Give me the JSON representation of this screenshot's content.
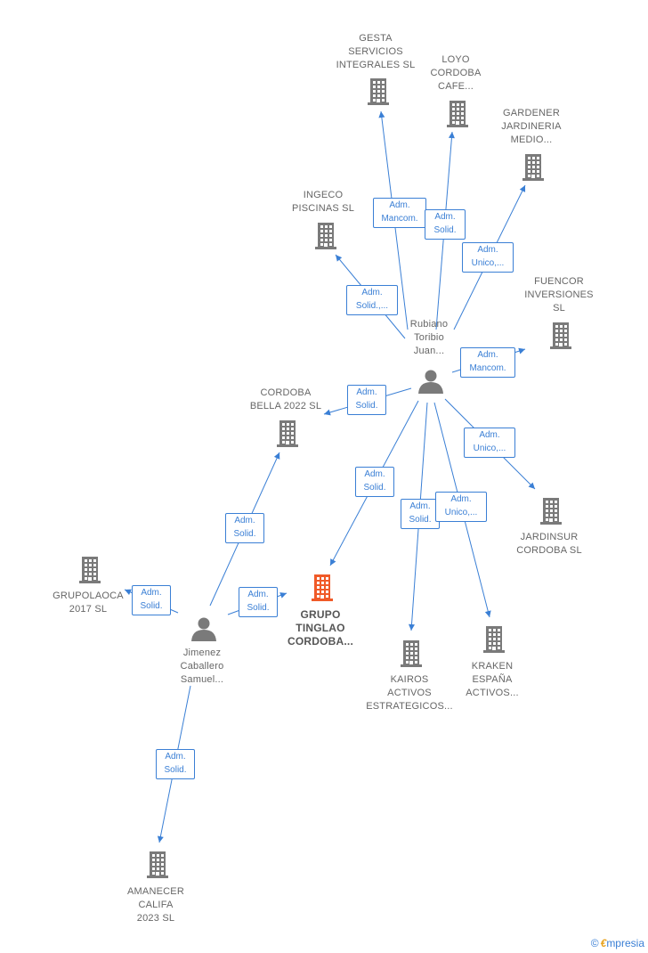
{
  "colors": {
    "company": "#7a7a7a",
    "focus": "#f05a28",
    "person": "#7a7a7a",
    "edge": "#3a7fd5"
  },
  "nodes": {
    "gesta": {
      "label": "GESTA\nSERVICIOS\nINTEGRALES SL",
      "type": "company"
    },
    "loyo": {
      "label": "LOYO\nCORDOBA\nCAFE...",
      "type": "company"
    },
    "gardener": {
      "label": "GARDENER\nJARDINERIA\nMEDIO...",
      "type": "company"
    },
    "ingeco": {
      "label": "INGECO\nPISCINAS  SL",
      "type": "company"
    },
    "fuencor": {
      "label": "FUENCOR\nINVERSIONES\nSL",
      "type": "company"
    },
    "rubiano": {
      "label": "Rubiano\nToribio\nJuan...",
      "type": "person"
    },
    "cordoba_bella": {
      "label": "CORDOBA\nBELLA 2022  SL",
      "type": "company"
    },
    "jardinsur": {
      "label": "JARDINSUR\nCORDOBA  SL",
      "type": "company"
    },
    "grupolaoca": {
      "label": "GRUPOLAOCA\n2017  SL",
      "type": "company"
    },
    "grupo_tinglao": {
      "label": "GRUPO\nTINGLAO\nCORDOBA...",
      "type": "focus"
    },
    "jimenez": {
      "label": "Jimenez\nCaballero\nSamuel...",
      "type": "person"
    },
    "kairos": {
      "label": "KAIROS\nACTIVOS\nESTRATEGICOS...",
      "type": "company"
    },
    "kraken": {
      "label": "KRAKEN\nESPAÑA\nACTIVOS...",
      "type": "company"
    },
    "amanecer": {
      "label": "AMANECER\nCALIFA\n2023  SL",
      "type": "company"
    }
  },
  "relations": [
    {
      "from": "rubiano",
      "to": "gesta",
      "label": "Adm.\nMancom."
    },
    {
      "from": "rubiano",
      "to": "loyo",
      "label": "Adm.\nSolid."
    },
    {
      "from": "rubiano",
      "to": "gardener",
      "label": "Adm.\nUnico,..."
    },
    {
      "from": "rubiano",
      "to": "ingeco",
      "label": "Adm.\nSolid.,..."
    },
    {
      "from": "rubiano",
      "to": "fuencor",
      "label": "Adm.\nMancom."
    },
    {
      "from": "rubiano",
      "to": "cordoba_bella",
      "label": "Adm.\nSolid."
    },
    {
      "from": "rubiano",
      "to": "jardinsur",
      "label": "Adm.\nUnico,..."
    },
    {
      "from": "rubiano",
      "to": "grupo_tinglao",
      "label": "Adm.\nSolid."
    },
    {
      "from": "rubiano",
      "to": "kairos",
      "label": "Adm.\nSolid."
    },
    {
      "from": "rubiano",
      "to": "kraken",
      "label": "Adm.\nUnico,..."
    },
    {
      "from": "jimenez",
      "to": "cordoba_bella",
      "label": "Adm.\nSolid."
    },
    {
      "from": "jimenez",
      "to": "grupolaoca",
      "label": "Adm.\nSolid."
    },
    {
      "from": "jimenez",
      "to": "grupo_tinglao",
      "label": "Adm.\nSolid."
    },
    {
      "from": "jimenez",
      "to": "amanecer",
      "label": "Adm.\nSolid."
    }
  ],
  "brand": {
    "copyright": "©",
    "initial": "€",
    "name": "mpresia"
  }
}
